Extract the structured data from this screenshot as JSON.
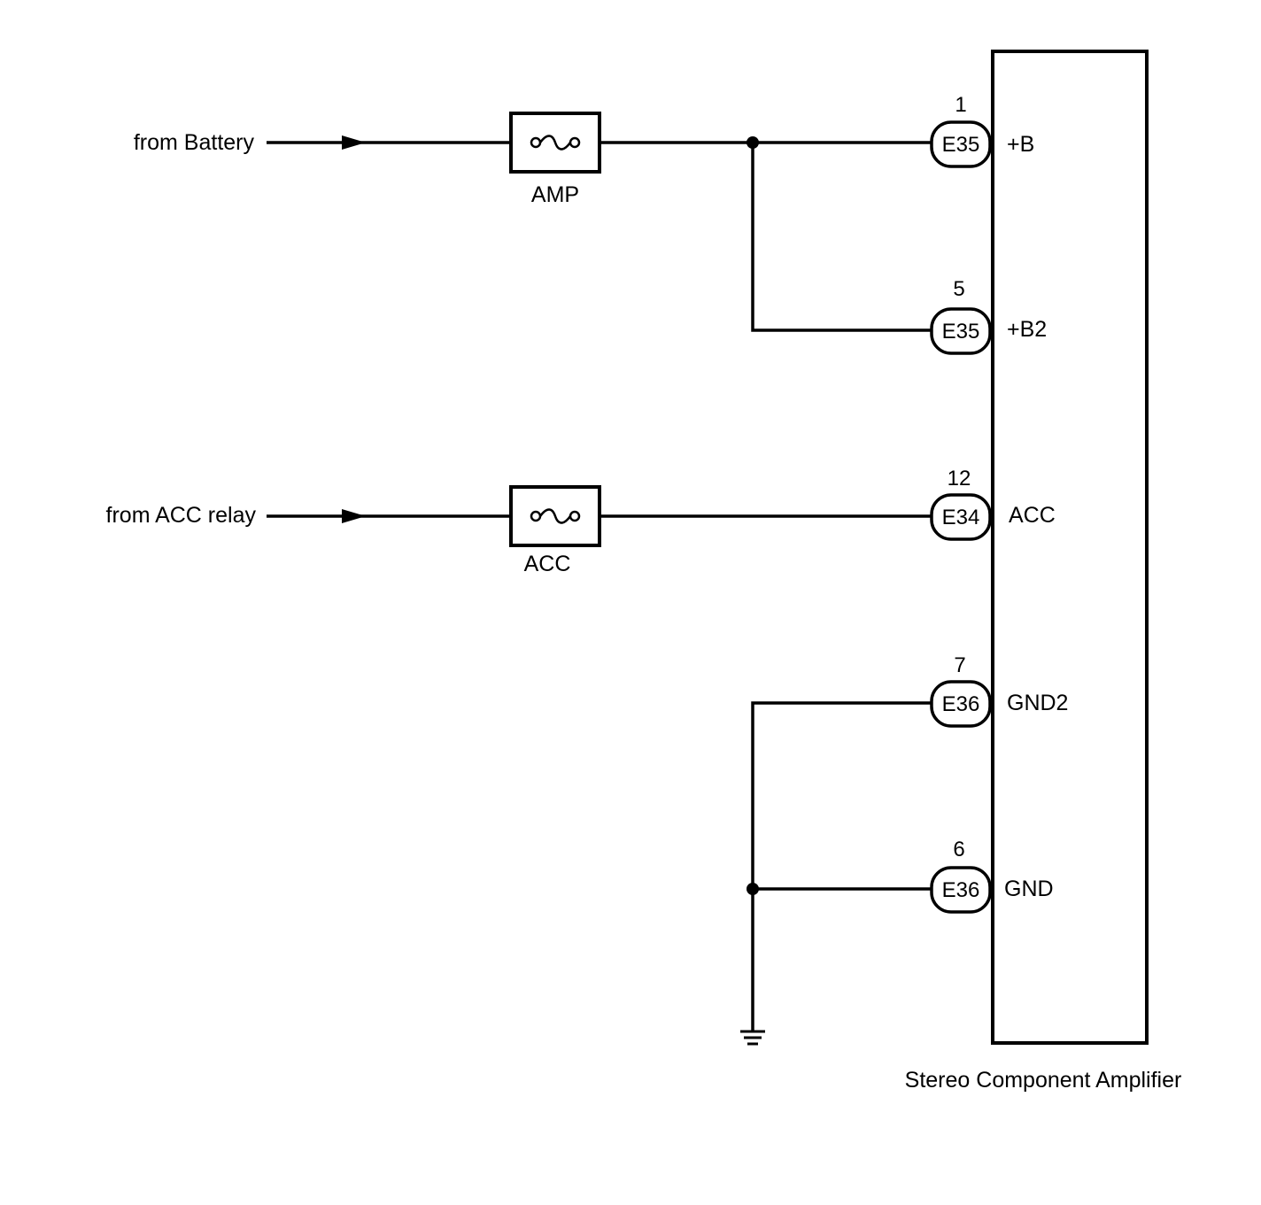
{
  "sources": {
    "battery": "from Battery",
    "acc_relay": "from ACC relay"
  },
  "fuses": {
    "amp": "AMP",
    "acc": "ACC"
  },
  "component": {
    "name": "Stereo Component Amplifier"
  },
  "pins": [
    {
      "number": "1",
      "connector": "E35",
      "terminal": "+B"
    },
    {
      "number": "5",
      "connector": "E35",
      "terminal": "+B2"
    },
    {
      "number": "12",
      "connector": "E34",
      "terminal": "ACC"
    },
    {
      "number": "7",
      "connector": "E36",
      "terminal": "GND2"
    },
    {
      "number": "6",
      "connector": "E36",
      "terminal": "GND"
    }
  ]
}
